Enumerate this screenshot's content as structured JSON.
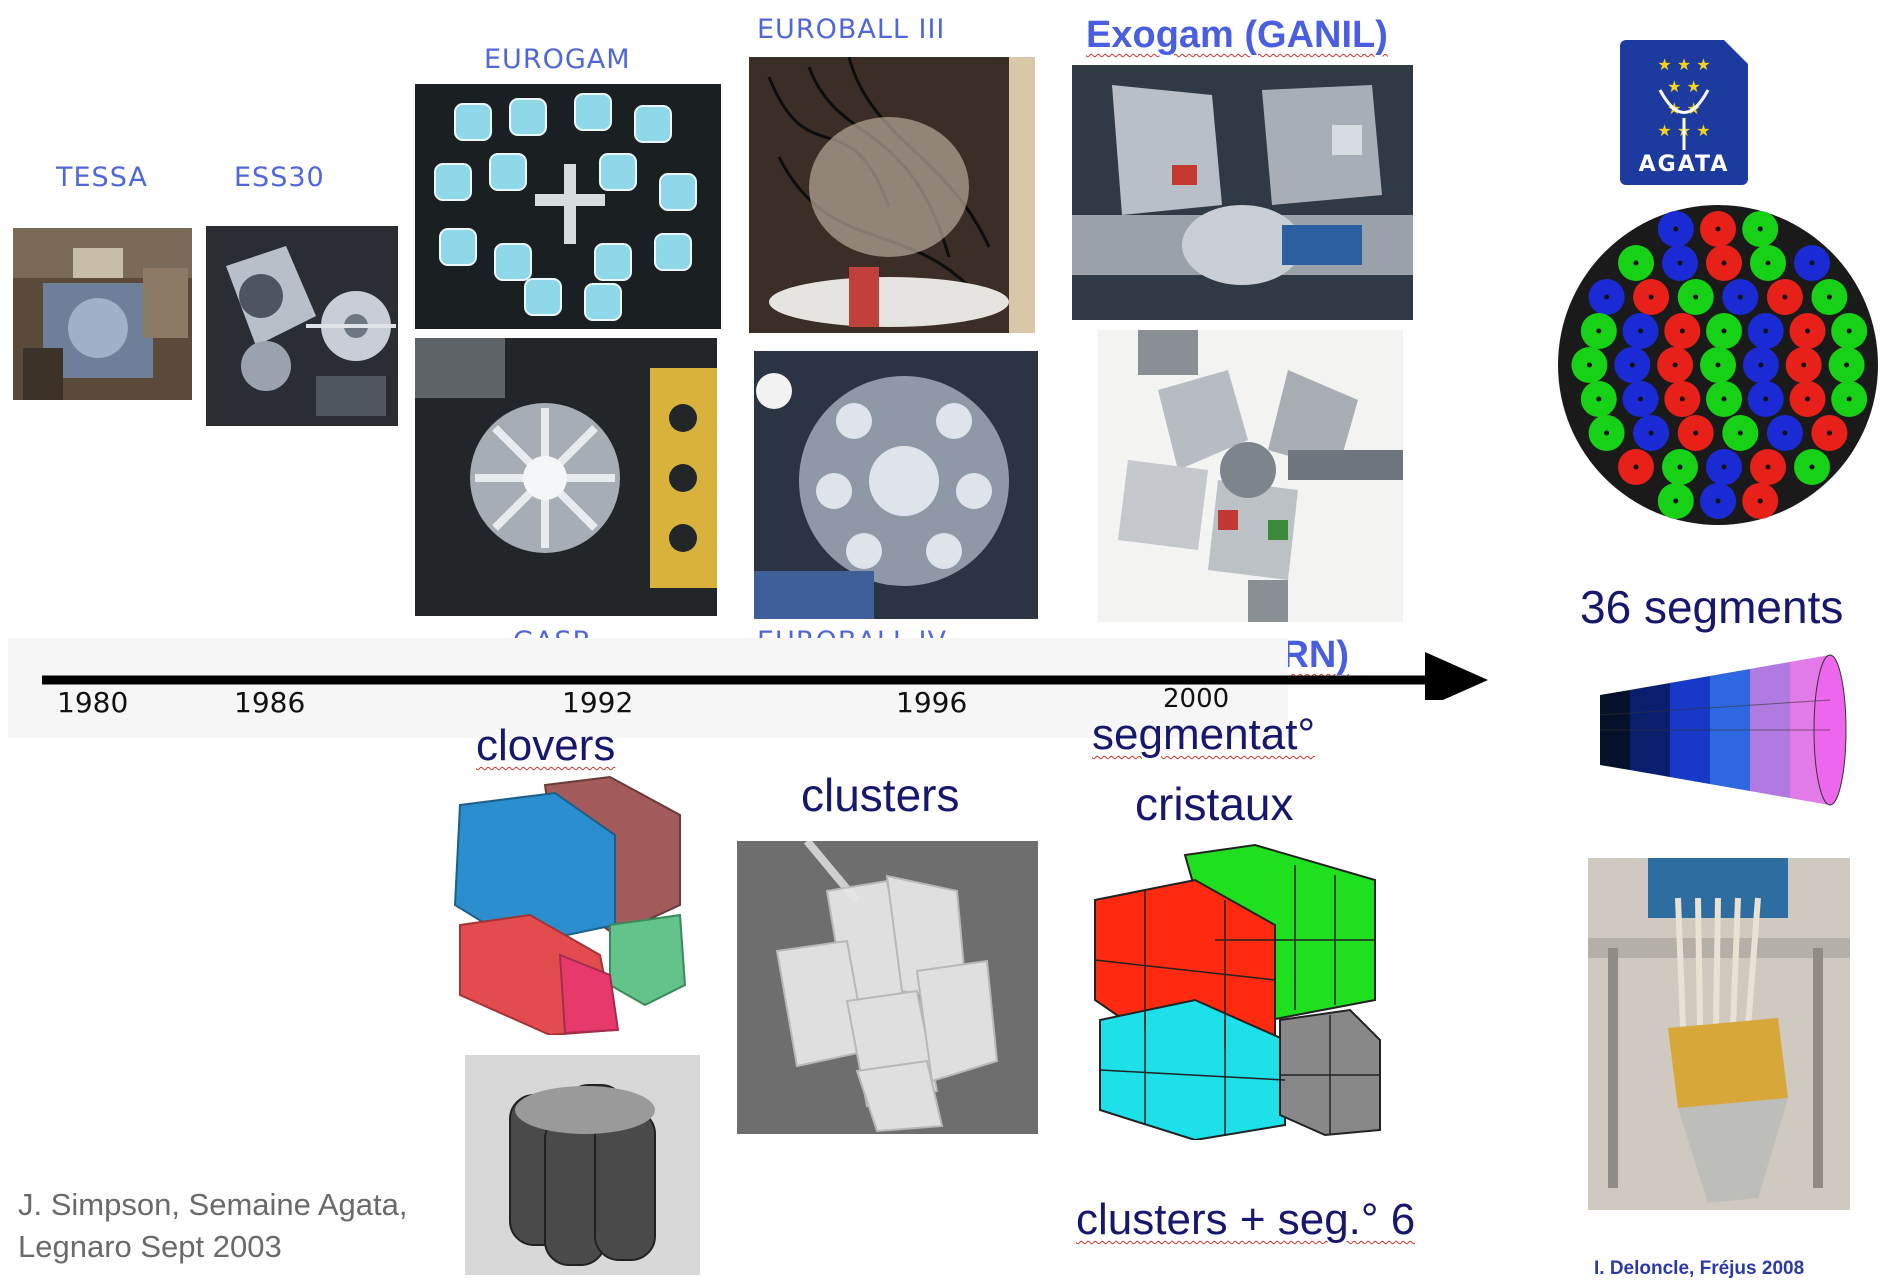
{
  "labels": {
    "tessa": "TESSA",
    "ess30": "ESS30",
    "eurogam": "EUROGAM",
    "gasp": "GASP",
    "euroball3": "EUROBALL III",
    "euroball4": "EUROBALL IV",
    "exogam": "Exogam (GANIL)",
    "miniball": "Miniball (CERN)",
    "agata": "AGATA"
  },
  "timeline": {
    "years": [
      "1980",
      "1986",
      "1992",
      "1996",
      "2000"
    ]
  },
  "detectors": {
    "clovers": "clovers",
    "clusters": "clusters",
    "segmentation_1": "segmentat°",
    "segmentation_2": "cristaux",
    "clusters_seg": "clusters + seg.° 6",
    "segments36": "36 segments"
  },
  "credits": {
    "simpson_1": "J. Simpson, Semaine Agata,",
    "simpson_2": "Legnaro Sept 2003",
    "deloncle": "I. Deloncle, Fréjus 2008"
  },
  "colors": {
    "label_blue": "#4f67d8",
    "dark_text": "#17176e",
    "arrow": "#000000",
    "agata_logo": "#1d3a9e"
  }
}
